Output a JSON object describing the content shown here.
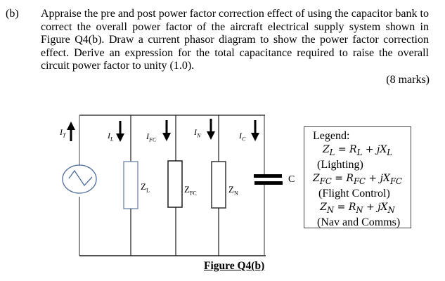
{
  "question": {
    "label": "(b)",
    "text": "Appraise the pre and post power factor correction effect of using the capacitor bank to correct the overall power factor of the aircraft electrical supply system shown in Figure Q4(b). Draw a current phasor diagram to show the power factor correction effect. Derive an expression for the total capacitance required to raise the overall circuit power factor to unity (1.0).",
    "marks": "(8 marks)"
  },
  "figure": {
    "caption": "Figure Q4(b)",
    "source": {
      "name": "AC supply",
      "icon": "ac-source-icon"
    },
    "currents": [
      {
        "main": "I",
        "sub": "T",
        "direction": "up"
      },
      {
        "main": "I",
        "sub": "L",
        "direction": "down"
      },
      {
        "main": "I",
        "sub": "FC",
        "direction": "down"
      },
      {
        "main": "I",
        "sub": "N",
        "direction": "down"
      },
      {
        "main": "I",
        "sub": "C",
        "direction": "down"
      }
    ],
    "impedances": [
      {
        "main": "Z",
        "sub": "L"
      },
      {
        "main": "Z",
        "sub": "FC"
      },
      {
        "main": "Z",
        "sub": "N"
      }
    ],
    "capacitor_label": "C",
    "colors": {
      "wire": "#1a1a1a",
      "source": "#4a6a9a",
      "zl_box": "#6a84a8",
      "box": "#1a1a1a"
    }
  },
  "legend": {
    "title": "Legend:",
    "entries": [
      {
        "equation": "Z_L = R_L + jX_L",
        "description": "(Lighting)"
      },
      {
        "equation": "Z_FC = R_FC + jX_FC",
        "description": "(Flight Control)"
      },
      {
        "equation": "Z_N = R_N + jX_N",
        "description": "(Nav and Comms)"
      }
    ]
  }
}
